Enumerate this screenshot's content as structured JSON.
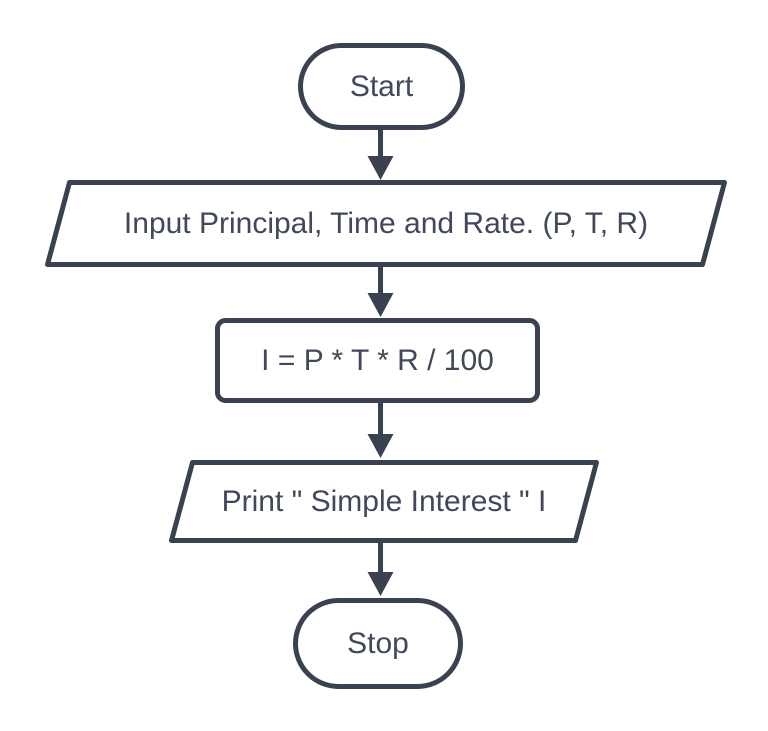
{
  "colors": {
    "stroke": "#3a4150",
    "text": "#404859",
    "background": "#ffffff"
  },
  "flowchart": {
    "nodes": [
      {
        "id": "start",
        "type": "terminator",
        "label": "Start"
      },
      {
        "id": "input",
        "type": "parallelogram",
        "label": "Input Principal, Time and Rate. (P, T, R)"
      },
      {
        "id": "process",
        "type": "process",
        "label": "I = P * T * R / 100"
      },
      {
        "id": "print",
        "type": "parallelogram",
        "label": "Print \" Simple Interest \" I"
      },
      {
        "id": "stop",
        "type": "terminator",
        "label": "Stop"
      }
    ],
    "edges": [
      {
        "from": "start",
        "to": "input"
      },
      {
        "from": "input",
        "to": "process"
      },
      {
        "from": "process",
        "to": "print"
      },
      {
        "from": "print",
        "to": "stop"
      }
    ]
  }
}
